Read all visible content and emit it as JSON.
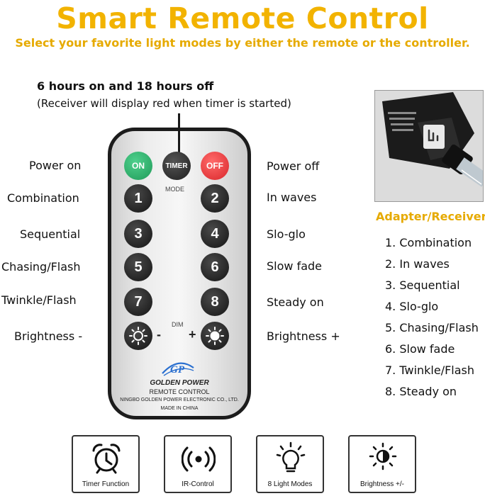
{
  "header": {
    "title": "Smart Remote Control",
    "subtitle": "Select your favorite light modes by either the remote or the controller."
  },
  "timer_note": {
    "line1": "6 hours on and 18 hours off",
    "line2": "(Receiver will display red when timer is started)"
  },
  "remote": {
    "on_label": "ON",
    "timer_label": "TIMER",
    "off_label": "OFF",
    "mode_label": "MODE",
    "dim_label": "DIM",
    "minus_label": "-",
    "plus_label": "+",
    "numbers": [
      "1",
      "2",
      "3",
      "4",
      "5",
      "6",
      "7",
      "8"
    ],
    "logo_text": "GP",
    "brand": "GOLDEN POWER",
    "product": "REMOTE CONTROL",
    "company": "NINGBO GOLDEN POWER ELECTRONIC CO., LTD.",
    "origin": "MADE IN CHINA"
  },
  "labels_left": {
    "power_on": "Power on",
    "combination": "Combination",
    "sequential": "Sequential",
    "chasing": "Chasing/Flash",
    "twinkle": "Twinkle/Flash",
    "brightness_minus": "Brightness -"
  },
  "labels_right": {
    "power_off": "Power off",
    "in_waves": "In waves",
    "slo_glo": "Slo-glo",
    "slow_fade": "Slow fade",
    "steady_on": "Steady on",
    "brightness_plus": "Brightness +"
  },
  "adapter": {
    "title": "Adapter/Receiver",
    "modes": [
      "1. Combination",
      "2. In waves",
      "3. Sequential",
      "4. Slo-glo",
      "5. Chasing/Flash",
      "6. Slow fade",
      "7. Twinkle/Flash",
      "8. Steady on"
    ]
  },
  "features": [
    {
      "label": "Timer Function",
      "icon": "alarm-clock-icon"
    },
    {
      "label": "IR-Control",
      "icon": "ir-signal-icon"
    },
    {
      "label": "8 Light Modes",
      "icon": "light-bulb-icon"
    },
    {
      "label": "Brightness +/-",
      "icon": "brightness-icon"
    }
  ],
  "colors": {
    "accent": "#f2b300",
    "on_green": "#1f9a58",
    "off_red": "#d9262a",
    "button_dark": "#1a1a1a"
  }
}
